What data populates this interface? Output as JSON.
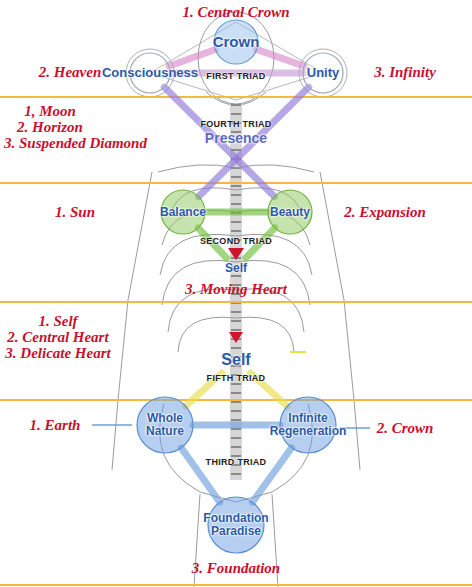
{
  "diagram": {
    "nodes": [
      {
        "text": [
          "Crown"
        ]
      },
      {
        "text": [
          "Consciousness"
        ]
      },
      {
        "text": [
          "Unity"
        ]
      },
      {
        "text": [
          "Presence"
        ]
      },
      {
        "text": [
          "Balance"
        ]
      },
      {
        "text": [
          "Beauty"
        ]
      },
      {
        "text": [
          "Self"
        ]
      },
      {
        "text": [
          "Self"
        ]
      },
      {
        "text": [
          "Whole Nature"
        ]
      },
      {
        "text": [
          "Infinite Regeneration"
        ]
      },
      {
        "text": [
          "Foundation Paradise"
        ]
      }
    ],
    "edges": [
      {
        "from": 0,
        "to": 1,
        "arrow": "none"
      },
      {
        "from": 0,
        "to": 2,
        "arrow": "none"
      },
      {
        "from": 1,
        "to": 2,
        "arrow": "none"
      },
      {
        "from": 1,
        "to": 5,
        "arrow": "none"
      },
      {
        "from": 2,
        "to": 4,
        "arrow": "none"
      },
      {
        "from": 4,
        "to": 5,
        "arrow": "none"
      },
      {
        "from": 4,
        "to": 6,
        "arrow": "none"
      },
      {
        "from": 5,
        "to": 6,
        "arrow": "none"
      },
      {
        "from": 7,
        "to": 8,
        "arrow": "none"
      },
      {
        "from": 7,
        "to": 9,
        "arrow": "none"
      },
      {
        "from": 8,
        "to": 9,
        "arrow": "none"
      },
      {
        "from": 8,
        "to": 10,
        "arrow": "none"
      },
      {
        "from": 9,
        "to": 10,
        "arrow": "none"
      }
    ],
    "labels": [
      "1. Central Crown",
      "2. Heaven",
      "3. Infinity",
      "FIRST TRIAD",
      "1, Moon",
      "2. Horizon",
      "3. Suspended Diamond",
      "FOURTH TRIAD",
      "1. Sun",
      "2. Expansion",
      "SECOND TRIAD",
      "3. Moving Heart",
      "1. Self",
      "2. Central Heart",
      "3. Delicate Heart",
      "FIFTH TRIAD",
      "1. Earth",
      "2. Crown",
      "THIRD TRIAD",
      "3. Foundation"
    ]
  }
}
